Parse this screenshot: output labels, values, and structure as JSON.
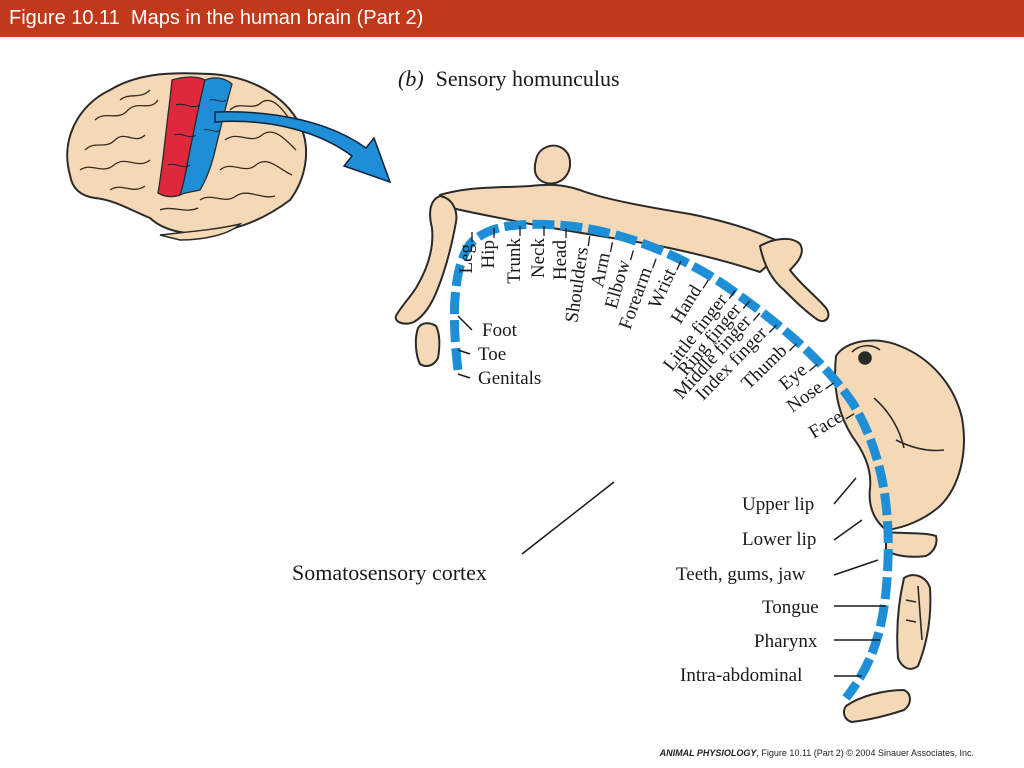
{
  "slide": {
    "title": "Figure 10.11  Maps in the human brain (Part 2)"
  },
  "figure": {
    "part_label": "(b)",
    "subtitle": "Sensory homunculus",
    "cortex_label": "Somatosensory cortex",
    "body_labels": [
      "Leg",
      "Hip",
      "Trunk",
      "Neck",
      "Head",
      "Shoulders",
      "Arm",
      "Elbow",
      "Forearm",
      "Wrist",
      "Hand",
      "Little finger",
      "Ring finger",
      "Middle finger",
      "Index finger",
      "Thumb",
      "Eye",
      "Nose",
      "Face"
    ],
    "left_labels": [
      "Foot",
      "Toe",
      "Genitals"
    ],
    "right_labels": [
      "Upper lip",
      "Lower lip",
      "Teeth, gums, jaw",
      "Tongue",
      "Pharynx",
      "Intra-abdominal"
    ]
  },
  "credit": {
    "book": "ANIMAL PHYSIOLOGY",
    "rest": ", Figure 10.11 (Part 2)  © 2004 Sinauer Associates, Inc."
  },
  "colors": {
    "title_bar": "#c0391b",
    "cortex_blue": "#1e8fd6",
    "motor_red": "#e0283c",
    "skin": "#f5d9b6",
    "outline": "#2a2a2a"
  }
}
